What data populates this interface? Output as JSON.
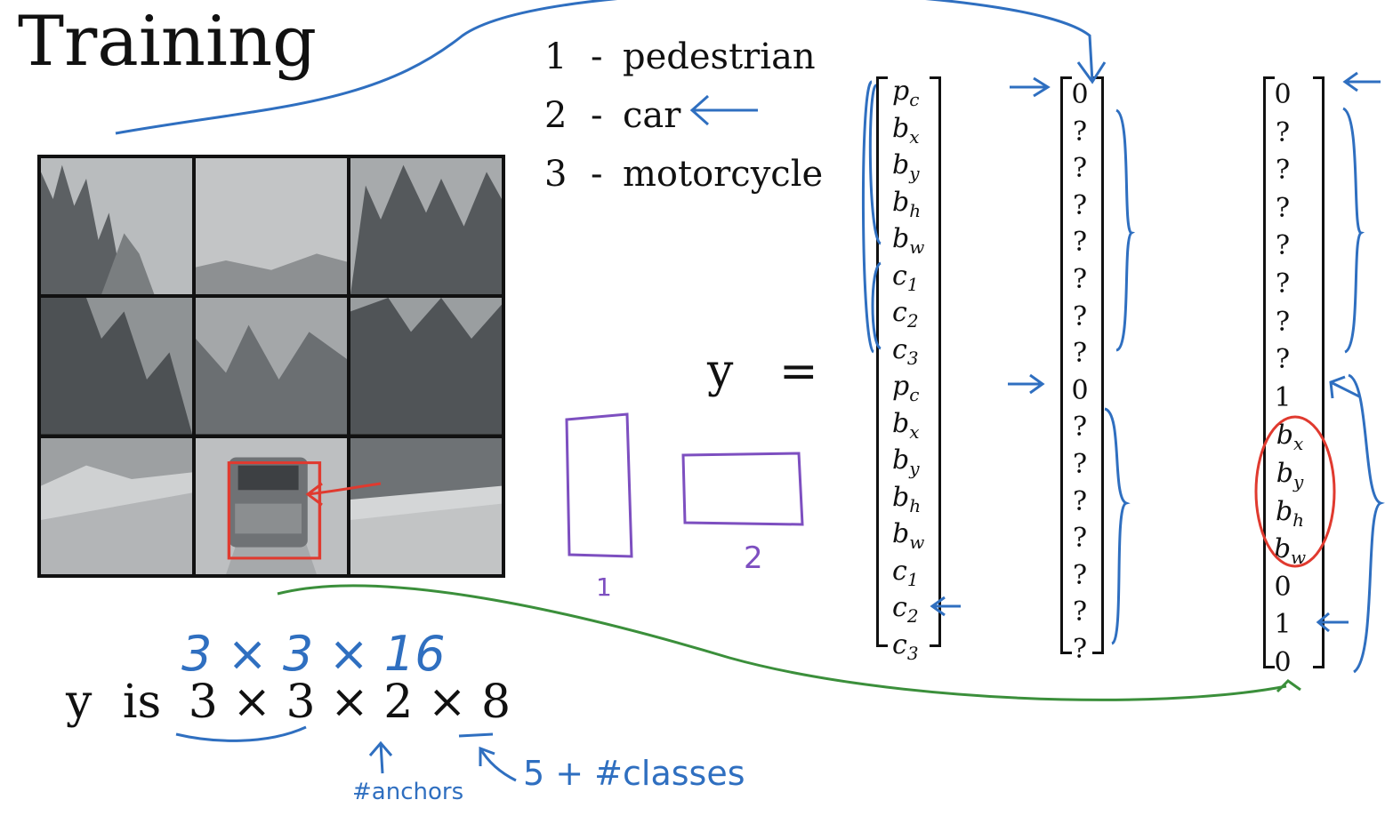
{
  "title": "Training",
  "classes": [
    {
      "num": "1",
      "name": "pedestrian"
    },
    {
      "num": "2",
      "name": "car"
    },
    {
      "num": "3",
      "name": "motorcycle"
    }
  ],
  "y_label": "y",
  "equals": "=",
  "vector_labels": [
    {
      "base": "p",
      "sub": "c"
    },
    {
      "base": "b",
      "sub": "x"
    },
    {
      "base": "b",
      "sub": "y"
    },
    {
      "base": "b",
      "sub": "h"
    },
    {
      "base": "b",
      "sub": "w"
    },
    {
      "base": "c",
      "sub": "1"
    },
    {
      "base": "c",
      "sub": "2"
    },
    {
      "base": "c",
      "sub": "3"
    },
    {
      "base": "p",
      "sub": "c"
    },
    {
      "base": "b",
      "sub": "x"
    },
    {
      "base": "b",
      "sub": "y"
    },
    {
      "base": "b",
      "sub": "h"
    },
    {
      "base": "b",
      "sub": "w"
    },
    {
      "base": "c",
      "sub": "1"
    },
    {
      "base": "c",
      "sub": "2"
    },
    {
      "base": "c",
      "sub": "3"
    }
  ],
  "vector_a": [
    "0",
    "?",
    "?",
    "?",
    "?",
    "?",
    "?",
    "?",
    "0",
    "?",
    "?",
    "?",
    "?",
    "?",
    "?",
    "?"
  ],
  "vector_b": [
    "0",
    "?",
    "?",
    "?",
    "?",
    "?",
    "?",
    "?",
    "1",
    "bx",
    "by",
    "bh",
    "bw",
    "0",
    "1",
    "0"
  ],
  "shape_text": {
    "y": "y",
    "is": "is",
    "d1": "3",
    "x1": "×",
    "d2": "3",
    "x2": "×",
    "d3": "2",
    "x3": "×",
    "d4": "8"
  },
  "annotations": {
    "shape_handwritten": "3 × 3 × 16",
    "anchors_note": "#anchors",
    "classes_note": "5 + #classes",
    "anchor_box_1": "1",
    "anchor_box_2": "2"
  },
  "colors": {
    "blue_ink": "#2f6fc0",
    "green_ink": "#3b8f3b",
    "red_ink": "#e03a2f",
    "purple_ink": "#7d4fc0"
  }
}
